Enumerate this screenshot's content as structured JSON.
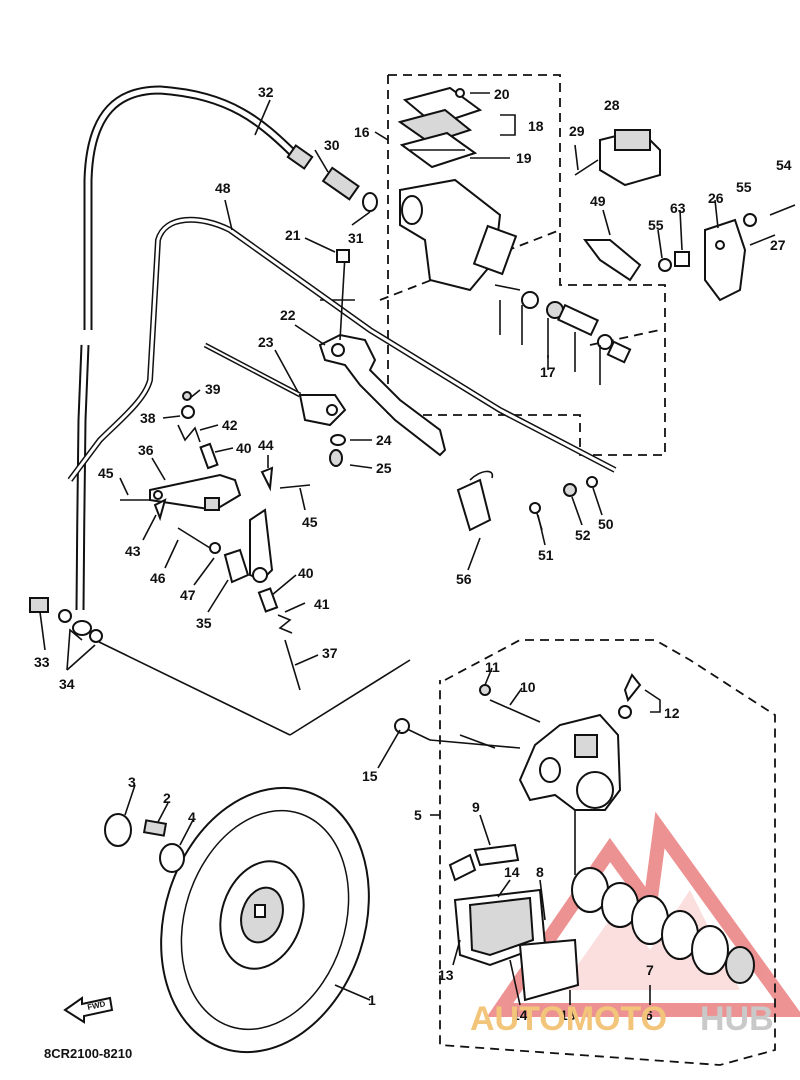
{
  "diagram_code": "8CR2100-8210",
  "fwd_label": "FWD",
  "watermark": {
    "part_a": "AUTOMOTO",
    "part_b": "HUB",
    "logo_color": "#e03a3a"
  },
  "callouts": [
    "1",
    "2",
    "3",
    "4",
    "5",
    "6",
    "7",
    "8",
    "9",
    "10",
    "11",
    "12",
    "13",
    "13",
    "14",
    "14",
    "15",
    "16",
    "17",
    "18",
    "19",
    "20",
    "21",
    "22",
    "23",
    "24",
    "25",
    "26",
    "26",
    "27",
    "28",
    "29",
    "30",
    "31",
    "32",
    "33",
    "34",
    "35",
    "36",
    "37",
    "38",
    "39",
    "40",
    "40",
    "41",
    "42",
    "43",
    "44",
    "45",
    "45",
    "46",
    "47",
    "48",
    "49",
    "50",
    "51",
    "52",
    "54",
    "55",
    "55",
    "56",
    "63"
  ]
}
